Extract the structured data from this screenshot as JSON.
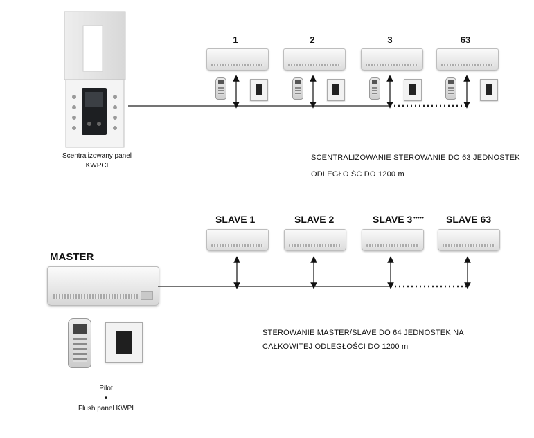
{
  "top": {
    "unit_numbers": [
      "1",
      "2",
      "3",
      "63"
    ],
    "panel_caption_line1": "Scentralizowany panel",
    "panel_caption_line2": "KWPCI",
    "note_line1": "SCENTRALIZOWANIE STEROWANIE DO 63 JEDNOSTEK",
    "note_line2": "ODLEGŁO ŚĆ DO 1200 m"
  },
  "bottom": {
    "master_label": "MASTER",
    "slave_labels": [
      "SLAVE 1",
      "SLAVE 2",
      "SLAVE 3",
      "SLAVE 63"
    ],
    "slave_ellipsis": "• • • • •",
    "note_line1": "STEROWANIE MASTER/SLAVE DO 64 JEDNOSTEK NA",
    "note_line2": "CAŁKOWITEJ ODLEGŁOŚCI DO 1200 m",
    "caption_pilot": "Pilot",
    "caption_bullet": "•",
    "caption_flush": "Flush panel KWPI"
  }
}
